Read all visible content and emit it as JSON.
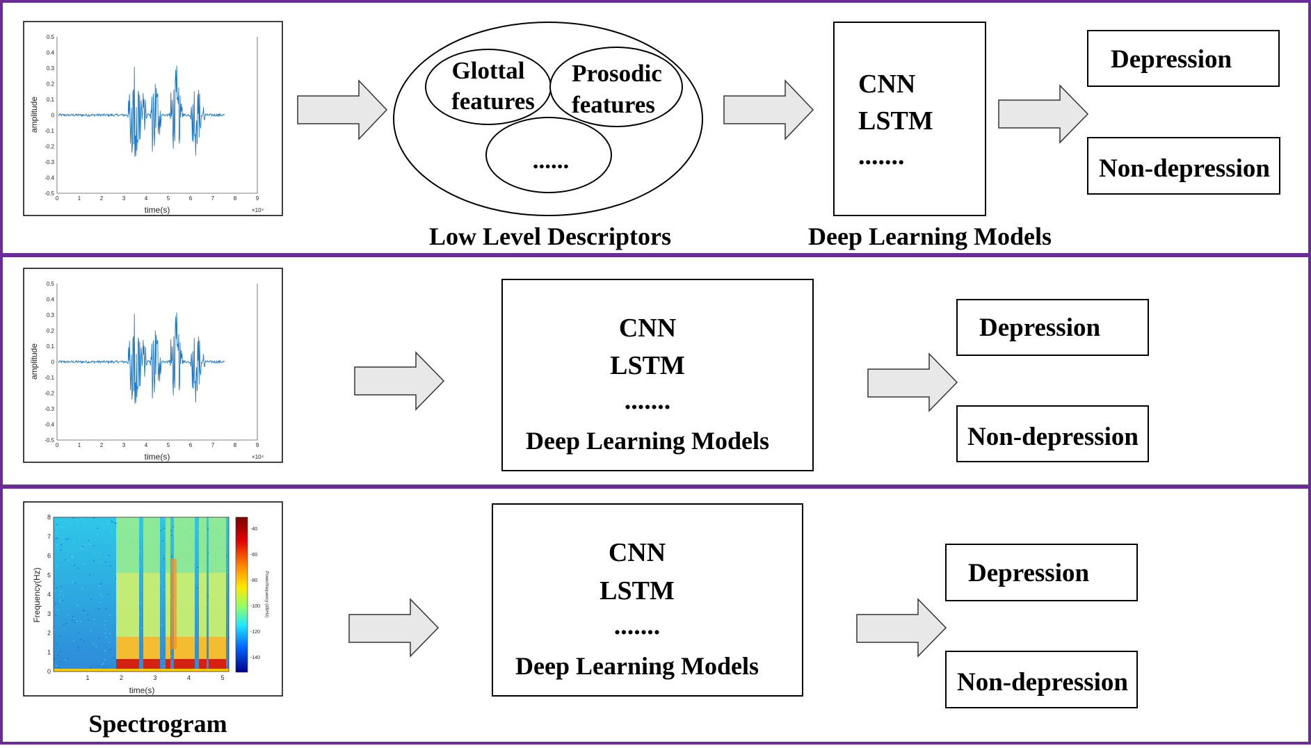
{
  "colors": {
    "frame": "#6a2c96",
    "waveform": "#1f77c0",
    "arrow_fill": "#e8e8e8",
    "arrow_stroke": "#333333"
  },
  "waveform_plot": {
    "ylabel": "amplitude",
    "xlabel": "time(s)",
    "x_ticks": [
      "0",
      "1",
      "2",
      "3",
      "4",
      "5",
      "6",
      "7",
      "8",
      "9"
    ],
    "y_ticks": [
      "0.5",
      "0.4",
      "0.3",
      "0.2",
      "0.1",
      "0",
      "-0.1",
      "-0.2",
      "-0.3",
      "-0.4",
      "-0.5"
    ],
    "exponent": "×10⁴"
  },
  "spectrogram_plot": {
    "ylabel": "Frequency(Hz)",
    "xlabel": "time(s)",
    "colorbar_label": "Power/frequency (dB/Hz)",
    "x_ticks": [
      "1",
      "2",
      "3",
      "4",
      "5"
    ],
    "y_ticks": [
      "8",
      "7",
      "6",
      "5",
      "4",
      "3",
      "2",
      "1",
      "0"
    ],
    "colorbar_ticks": [
      "-40",
      "-60",
      "-80",
      "-100",
      "-120",
      "-140"
    ]
  },
  "row1": {
    "glottal_line1": "Glottal",
    "glottal_line2": "features",
    "prosodic_line1": "Prosodic",
    "prosodic_line2": "features",
    "ellipsis": "......",
    "lld_caption": "Low Level Descriptors",
    "model1": "CNN",
    "model2": "LSTM",
    "model_ellipsis": ".......",
    "models_caption": "Deep Learning Models",
    "out1": "Depression",
    "out2": "Non-depression"
  },
  "row2": {
    "model1": "CNN",
    "model2": "LSTM",
    "model_ellipsis": ".......",
    "models_caption": "Deep Learning Models",
    "out1": "Depression",
    "out2": "Non-depression"
  },
  "row3": {
    "model1": "CNN",
    "model2": "LSTM",
    "model_ellipsis": ".......",
    "models_caption": "Deep Learning Models",
    "out1": "Depression",
    "out2": "Non-depression",
    "spectrogram_caption": "Spectrogram"
  }
}
